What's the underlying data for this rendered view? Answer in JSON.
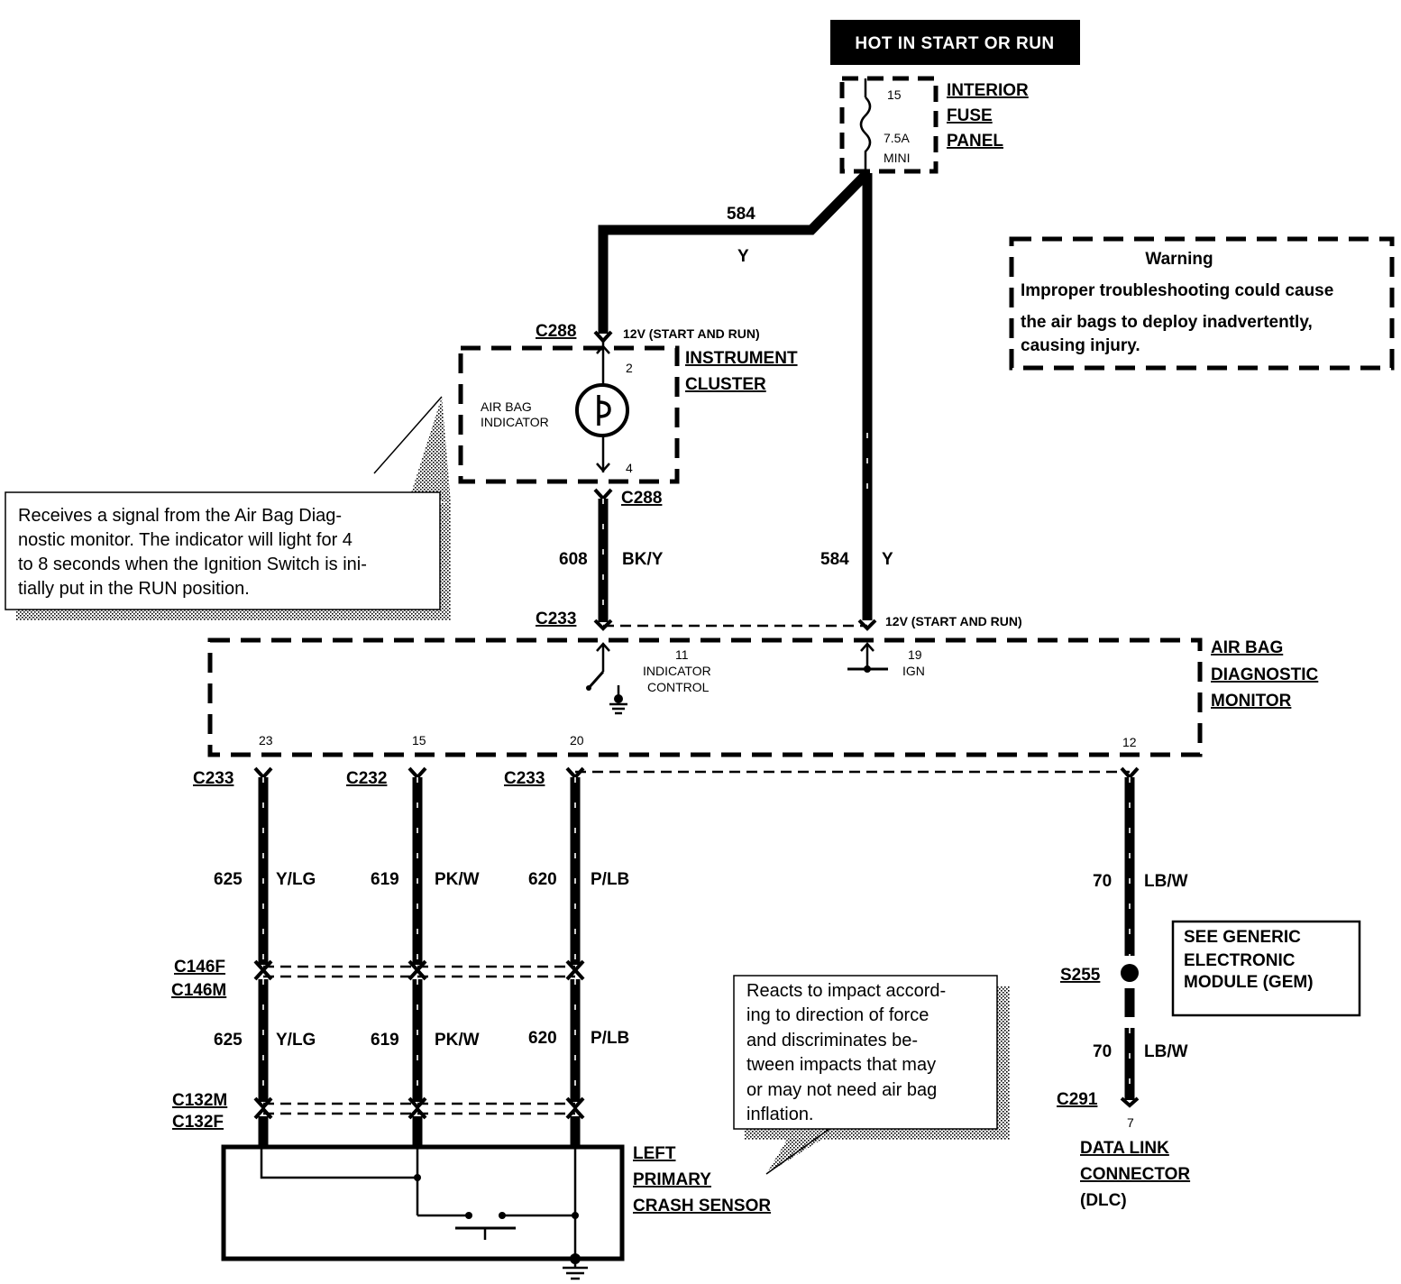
{
  "header": {
    "hot_label": "HOT IN START OR RUN"
  },
  "fuse_panel": {
    "fuse_number": "15",
    "rating_a": "7.5A",
    "rating_b": "MINI",
    "name_line1": "INTERIOR",
    "name_line2": "FUSE",
    "name_line3": "PANEL"
  },
  "warning": {
    "title": "Warning",
    "line1": "Improper troubleshooting could cause",
    "line2": "the air bags to deploy inadvertently,",
    "line3": "causing injury."
  },
  "wires": {
    "w584_top_num": "584",
    "w584_top_color": "Y",
    "w584_right_num": "584",
    "w584_right_color": "Y",
    "w608_num": "608",
    "w608_color": "BK/Y",
    "w625_upper_num": "625",
    "w625_upper_color": "Y/LG",
    "w619_upper_num": "619",
    "w619_upper_color": "PK/W",
    "w620_upper_num": "620",
    "w620_upper_color": "P/LB",
    "w625_lower_num": "625",
    "w625_lower_color": "Y/LG",
    "w619_lower_num": "619",
    "w619_lower_color": "PK/W",
    "w620_lower_num": "620",
    "w620_lower_color": "P/LB",
    "w70_upper_num": "70",
    "w70_upper_color": "LB/W",
    "w70_lower_num": "70",
    "w70_lower_color": "LB/W"
  },
  "cluster": {
    "connector_top": "C288",
    "power_label": "12V (START AND RUN)",
    "pin_top": "2",
    "pin_bottom": "4",
    "indicator_line1": "AIR BAG",
    "indicator_line2": "INDICATOR",
    "name_line1": "INSTRUMENT",
    "name_line2": "CLUSTER",
    "connector_bottom": "C288"
  },
  "callout1": {
    "line1": "Receives a signal from the Air Bag Diag-",
    "line2": "nostic monitor.  The indicator will light for 4",
    "line3": "to 8 seconds when the Ignition Switch is ini-",
    "line4": "tially put in the RUN position."
  },
  "monitor": {
    "connector_left": "C233",
    "power_label": "12V (START AND RUN)",
    "pin_11": "11",
    "indicator_ctrl_line1": "INDICATOR",
    "indicator_ctrl_line2": "CONTROL",
    "pin_19": "19",
    "ign_label": "IGN",
    "name_line1": "AIR BAG",
    "name_line2": "DIAGNOSTIC",
    "name_line3": "MONITOR",
    "pin_23": "23",
    "pin_15": "15",
    "pin_20": "20",
    "pin_12": "12"
  },
  "connectors": {
    "c233_a": "C233",
    "c232": "C232",
    "c233_b": "C233",
    "c146f": "C146F",
    "c146m": "C146M",
    "c132m": "C132M",
    "c132f": "C132F",
    "s255": "S255",
    "c291": "C291",
    "dlc_pin": "7"
  },
  "callout2": {
    "line1": "Reacts to impact accord-",
    "line2": "ing to direction of force",
    "line3": "and discriminates be-",
    "line4": "tween impacts that may",
    "line5": "or may not need air bag",
    "line6": "inflation."
  },
  "crash_sensor": {
    "line1": "LEFT",
    "line2": "PRIMARY",
    "line3": "CRASH SENSOR"
  },
  "gem_box": {
    "line1": "SEE GENERIC",
    "line2": "ELECTRONIC",
    "line3": "MODULE (GEM)"
  },
  "dlc": {
    "line1": "DATA LINK",
    "line2": "CONNECTOR",
    "line3": "(DLC)"
  }
}
